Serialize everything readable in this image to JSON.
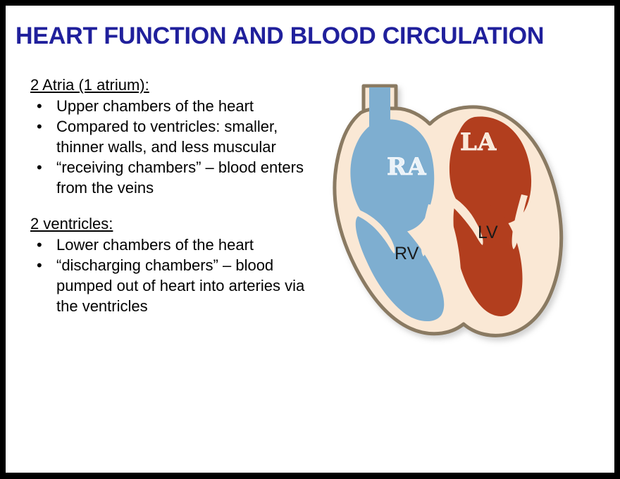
{
  "slide": {
    "title": "HEART FUNCTION AND BLOOD CIRCULATION",
    "title_color": "#20209C",
    "background_color": "#FFFFFF",
    "frame_color": "#000000"
  },
  "content": {
    "sections": [
      {
        "heading": "2 Atria (1 atrium):",
        "bullets": [
          "Upper chambers of the heart",
          "Compared to ventricles: smaller, thinner walls, and less muscular",
          "“receiving chambers” – blood enters from the veins"
        ]
      },
      {
        "heading": "2 ventricles:",
        "bullets": [
          "Lower chambers of the heart",
          "“discharging chambers” – blood pumped out of heart into arteries via the ventricles"
        ]
      }
    ]
  },
  "diagram": {
    "name": "heart-cross-section",
    "bullet_glyph": "•",
    "labels": {
      "right_atrium": "RA",
      "left_atrium": "LA",
      "right_ventricle": "RV",
      "left_ventricle": "LV"
    },
    "colors": {
      "deoxygenated_blue": "#7EAED0",
      "oxygenated_red": "#B23E1E",
      "myocardium_cream": "#FAE8D5",
      "outline_brown": "#8A7A62",
      "label_light": "#EAF2F8",
      "label_dark": "#1A1A1A"
    }
  }
}
